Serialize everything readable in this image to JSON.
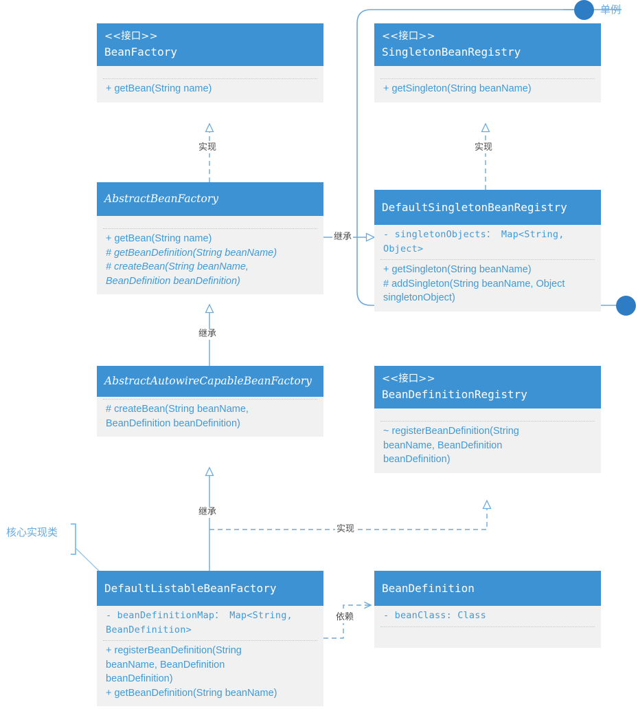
{
  "diagram": {
    "title": "Spring BeanFactory UML class diagram",
    "colors": {
      "header_fill": "#3d92d4",
      "body_fill": "#f1f1f1",
      "member_text": "#3f9ad8",
      "connector": "#6aa9dd",
      "dot_fill": "#2e7cc4",
      "annotation_text": "#6aa9dd"
    }
  },
  "classes": [
    {
      "id": "bean-factory",
      "stereotype": "<<接口>>",
      "name": "BeanFactory",
      "abstract": false,
      "attributes": [],
      "methods": [
        "+ getBean(String name)"
      ]
    },
    {
      "id": "singleton-bean-registry",
      "stereotype": "<<接口>>",
      "name": "SingletonBeanRegistry",
      "abstract": false,
      "attributes": [],
      "methods": [
        "+ getSingleton(String beanName)"
      ]
    },
    {
      "id": "abstract-bean-factory",
      "stereotype": "",
      "name": "AbstractBeanFactory",
      "abstract": true,
      "attributes": [],
      "methods": [
        "+ getBean(String name)",
        "# getBeanDefinition(String beanName)",
        "# createBean(String beanName,\nBeanDefinition beanDefinition)"
      ]
    },
    {
      "id": "default-singleton-bean-registry",
      "stereotype": "",
      "name": "DefaultSingletonBeanRegistry",
      "abstract": false,
      "attributes": [
        "- singletonObjects： Map<String, Object>"
      ],
      "methods": [
        "+ getSingleton(String beanName)",
        "# addSingleton(String beanName, Object\nsingletonObject)"
      ]
    },
    {
      "id": "abstract-autowire-capable-bean-factory",
      "stereotype": "",
      "name": "AbstractAutowireCapableBeanFactory",
      "abstract": true,
      "attributes": [],
      "methods": [
        "# createBean(String beanName,\nBeanDefinition beanDefinition)"
      ]
    },
    {
      "id": "bean-definition-registry",
      "stereotype": "<<接口>>",
      "name": "BeanDefinitionRegistry",
      "abstract": false,
      "attributes": [],
      "methods": [
        "~ registerBeanDefinition(String\nbeanName, BeanDefinition\nbeanDefinition)"
      ]
    },
    {
      "id": "default-listable-bean-factory",
      "stereotype": "",
      "name": "DefaultListableBeanFactory",
      "abstract": false,
      "attributes": [
        "- beanDefinitionMap： Map<String,\nBeanDefinition>"
      ],
      "methods": [
        "+ registerBeanDefinition(String\nbeanName, BeanDefinition\nbeanDefinition)",
        "+ getBeanDefinition(String beanName)"
      ]
    },
    {
      "id": "bean-definition",
      "stereotype": "",
      "name": "BeanDefinition",
      "abstract": false,
      "attributes": [
        "- beanClass: Class"
      ],
      "methods": []
    }
  ],
  "relationships": [
    {
      "id": "rel-abf-implements-bf",
      "label": "实现",
      "type": "realization",
      "from": "abstract-bean-factory",
      "to": "bean-factory"
    },
    {
      "id": "rel-dsbr-implements-sbr",
      "label": "实现",
      "type": "realization",
      "from": "default-singleton-bean-registry",
      "to": "singleton-bean-registry"
    },
    {
      "id": "rel-abf-extends-dsbr",
      "label": "继承",
      "type": "generalization",
      "from": "abstract-bean-factory",
      "to": "default-singleton-bean-registry"
    },
    {
      "id": "rel-aacbf-extends-abf",
      "label": "继承",
      "type": "generalization",
      "from": "abstract-autowire-capable-bean-factory",
      "to": "abstract-bean-factory"
    },
    {
      "id": "rel-dlbf-extends-aacbf",
      "label": "继承",
      "type": "generalization",
      "from": "default-listable-bean-factory",
      "to": "abstract-autowire-capable-bean-factory"
    },
    {
      "id": "rel-dlbf-implements-bdr",
      "label": "实现",
      "type": "realization",
      "from": "default-listable-bean-factory",
      "to": "bean-definition-registry"
    },
    {
      "id": "rel-dlbf-depends-bd",
      "label": "依赖",
      "type": "dependency",
      "from": "default-listable-bean-factory",
      "to": "bean-definition"
    }
  ],
  "annotations": [
    {
      "id": "anno-singleton",
      "label": "单例"
    },
    {
      "id": "anno-core-impl",
      "label": "核心实现类"
    }
  ]
}
